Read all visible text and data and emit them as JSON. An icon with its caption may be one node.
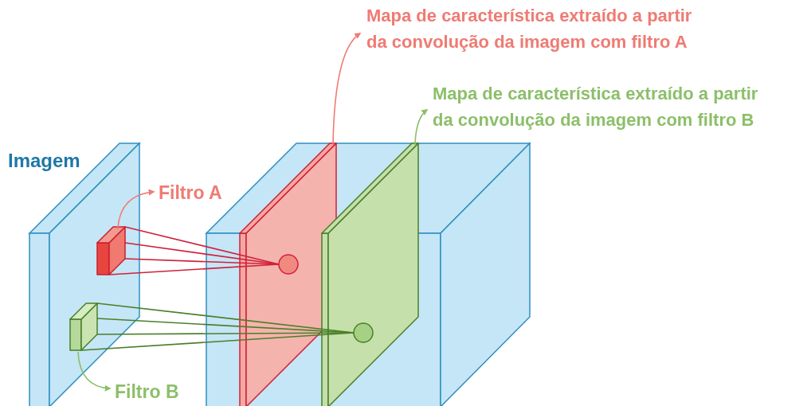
{
  "diagram": {
    "nodes": [
      {
        "text": [
          "Mapa de característica extraído a partir da convolução da imagem com filtro A"
        ]
      },
      {
        "text": [
          "Mapa de característica extraído a partir da convolução da imagem com filtro B"
        ]
      },
      {
        "text": [
          "Filtro A"
        ]
      },
      {
        "text": [],
        "shape": "box"
      },
      {
        "text": [],
        "shape": "box"
      },
      {
        "text": [],
        "shape": "box"
      },
      {
        "text": [],
        "shape": "circle",
        "in": 4
      },
      {
        "text": [],
        "shape": "box"
      },
      {
        "text": [],
        "shape": "circle",
        "in": 5
      },
      {
        "text": [
          "Filtro B"
        ]
      }
    ],
    "edges": [
      {
        "from": 3,
        "to": 2,
        "arrow": "to",
        "color": "#ef7b73"
      },
      {
        "from": 4,
        "to": 0,
        "arrow": "to",
        "color": "#ef7b73"
      },
      {
        "from": 5,
        "to": 1,
        "arrow": "to",
        "color": "#8cbf6a"
      },
      {
        "from": 7,
        "to": 9,
        "arrow": "to",
        "color": "#8cbf6a"
      },
      {
        "from": 3,
        "to": 6,
        "arrow": "none",
        "color": "#d0213a"
      },
      {
        "from": 3,
        "to": 6,
        "arrow": "none",
        "color": "#d0213a"
      },
      {
        "from": 3,
        "to": 6,
        "arrow": "none",
        "color": "#d0213a"
      },
      {
        "from": 3,
        "to": 6,
        "arrow": "none",
        "color": "#d0213a"
      },
      {
        "from": 7,
        "to": 8,
        "arrow": "none",
        "color": "#4a7f2a"
      },
      {
        "from": 7,
        "to": 8,
        "arrow": "none",
        "color": "#4a7f2a"
      },
      {
        "from": 7,
        "to": 8,
        "arrow": "none",
        "color": "#4a7f2a"
      },
      {
        "from": 7,
        "to": 8,
        "arrow": "none",
        "color": "#4a7f2a"
      }
    ],
    "labels": [
      "Imagem"
    ]
  }
}
